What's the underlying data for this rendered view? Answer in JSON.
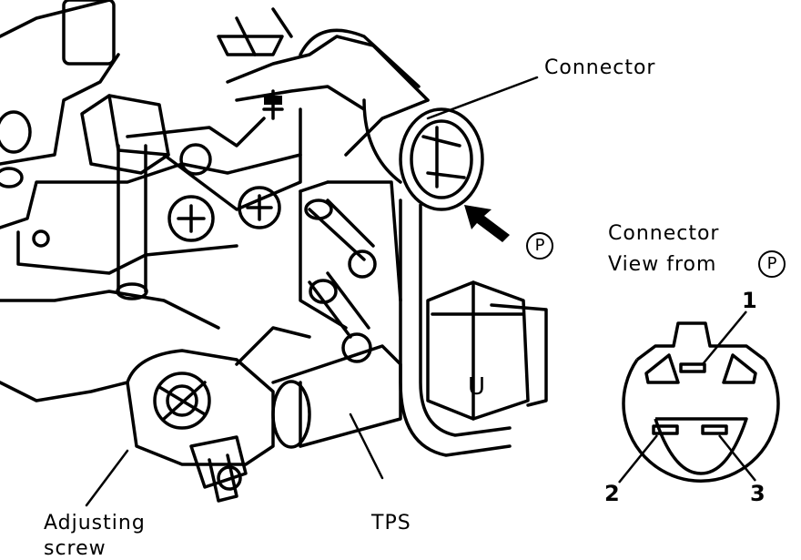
{
  "labels": {
    "connector": "Connector",
    "connector_view_line1": "Connector",
    "connector_view_line2": "View from",
    "view_marker": "P",
    "p_marker": "P",
    "adjusting_line1": "Adjusting",
    "adjusting_line2": "screw",
    "tps": "TPS",
    "housing_letter": "U"
  },
  "pins": {
    "pin1": "1",
    "pin2": "2",
    "pin3": "3"
  }
}
